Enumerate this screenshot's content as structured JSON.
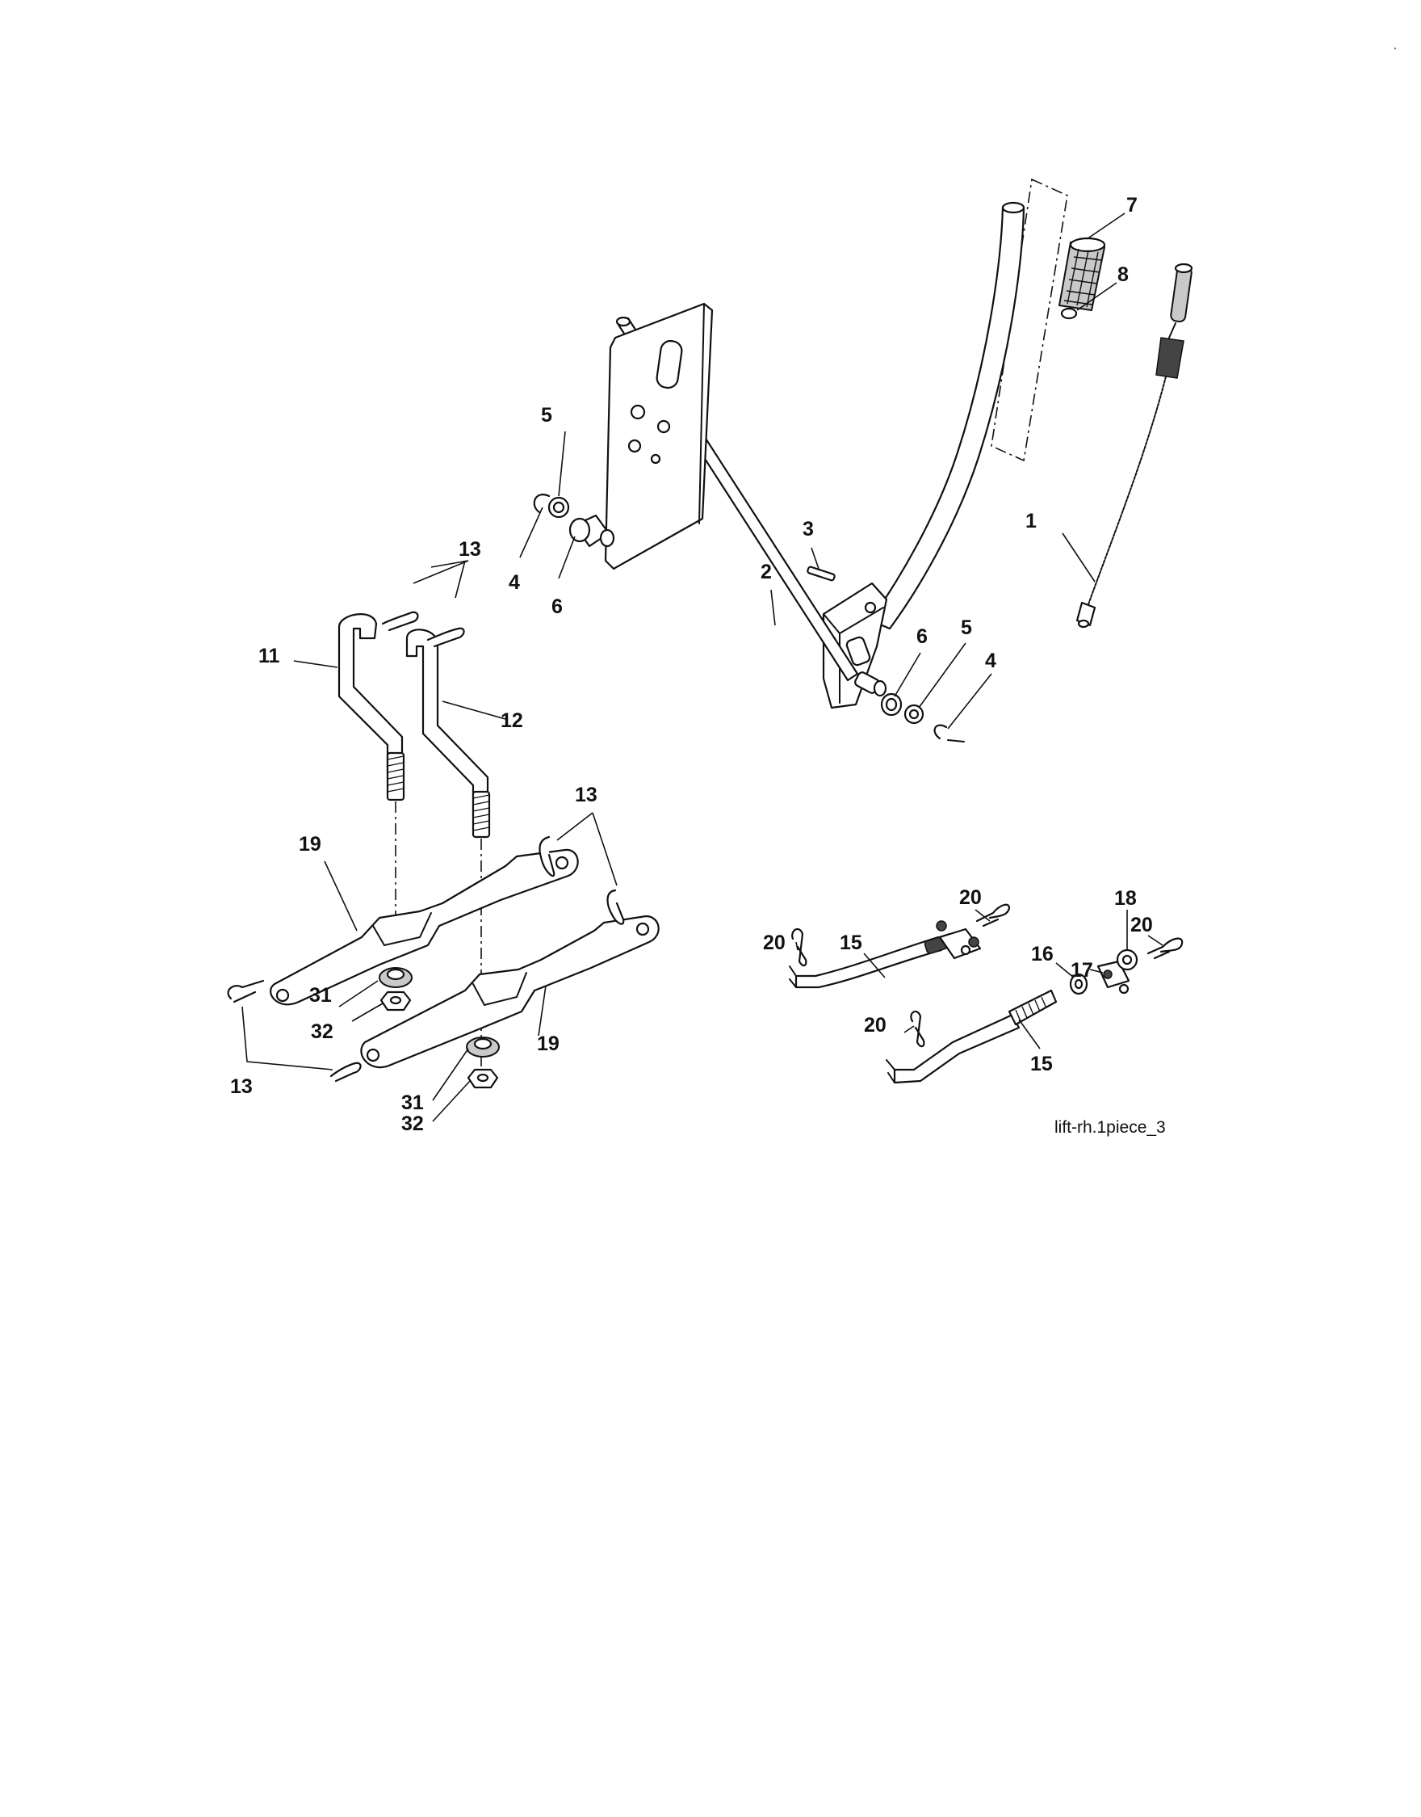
{
  "caption": "lift-rh.1piece_3",
  "callouts": {
    "c1": "1",
    "c2": "2",
    "c3": "3",
    "c4a": "4",
    "c4b": "4",
    "c5a": "5",
    "c5b": "5",
    "c6a": "6",
    "c6b": "6",
    "c7": "7",
    "c8": "8",
    "c11": "11",
    "c12": "12",
    "c13a": "13",
    "c13b": "13",
    "c13c": "13",
    "c15a": "15",
    "c15b": "15",
    "c16": "16",
    "c17": "17",
    "c18": "18",
    "c19a": "19",
    "c19b": "19",
    "c20a": "20",
    "c20b": "20",
    "c20c": "20",
    "c20d": "20",
    "c31a": "31",
    "c31b": "31",
    "c32a": "32",
    "c32b": "32"
  }
}
